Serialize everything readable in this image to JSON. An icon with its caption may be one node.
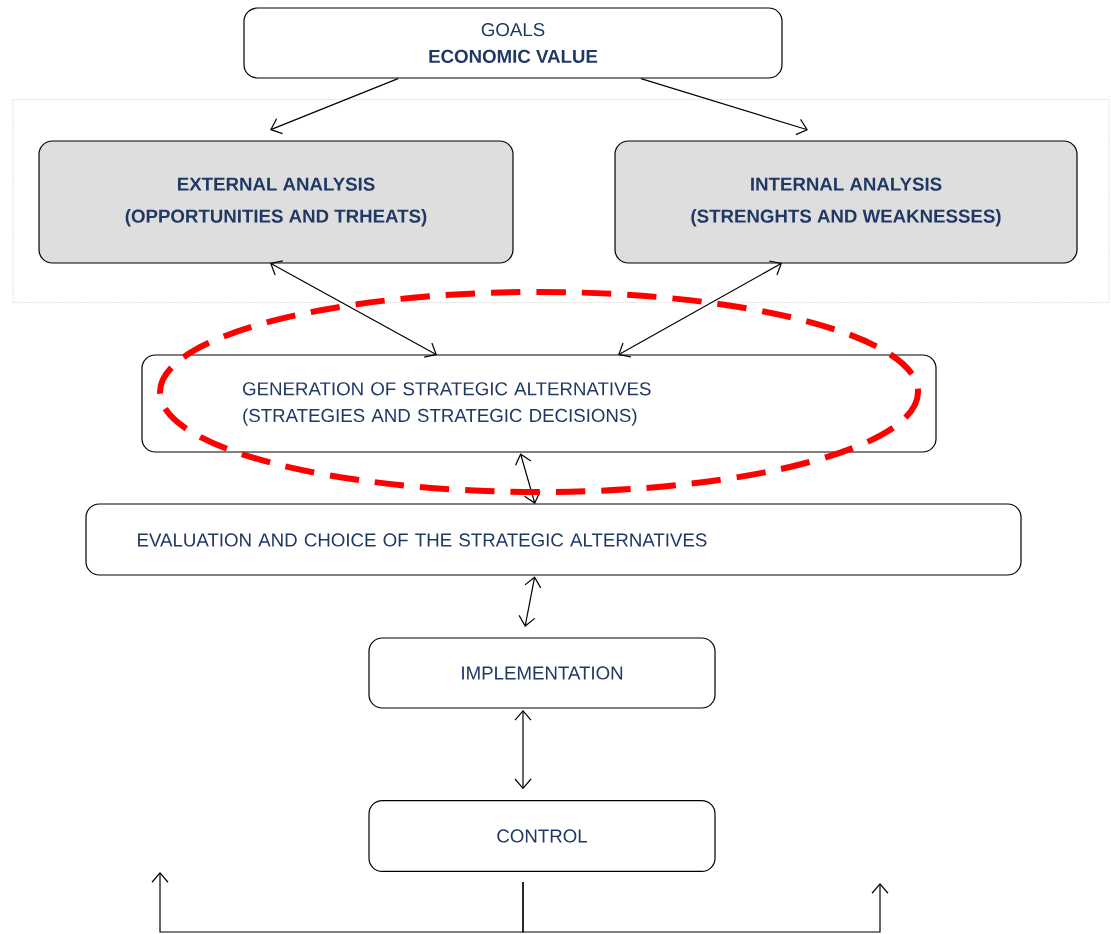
{
  "diagram": {
    "nodes": [
      {
        "text": [
          "GOALS",
          "ECONOMIC VALUE"
        ]
      },
      {
        "text": [],
        "shape": "box"
      },
      {
        "text": [
          "EXTERNAL ANALYSIS",
          "(OPPORTUNITIES AND TRHEATS)"
        ],
        "in": 1
      },
      {
        "text": [
          "INTERNAL ANALYSIS",
          "(STRENGHTS AND WEAKNESSES)"
        ],
        "in": 1
      },
      {
        "text": [
          "GENERATION OF STRATEGIC ALTERNATIVES",
          "(STRATEGIES AND STRATEGIC DECISIONS)"
        ]
      },
      {
        "text": [
          "EVALUATION AND CHOICE OF THE STRATEGIC ALTERNATIVES"
        ]
      },
      {
        "text": [
          "IMPLEMENTATION"
        ]
      },
      {
        "text": [
          "CONTROL"
        ]
      }
    ],
    "edges": [
      {
        "from": 0,
        "to": 2,
        "arrow": "to"
      },
      {
        "from": 0,
        "to": 3,
        "arrow": "to"
      },
      {
        "from": 2,
        "to": 4,
        "arrow": "both"
      },
      {
        "from": 3,
        "to": 4,
        "arrow": "both"
      },
      {
        "from": 4,
        "to": 5,
        "arrow": "both"
      },
      {
        "from": 5,
        "to": 6,
        "arrow": "both"
      },
      {
        "from": 6,
        "to": 7,
        "arrow": "both"
      },
      {
        "from": 7,
        "to": null,
        "arrow": "to"
      },
      {
        "from": 7,
        "to": null,
        "arrow": "to"
      }
    ]
  }
}
